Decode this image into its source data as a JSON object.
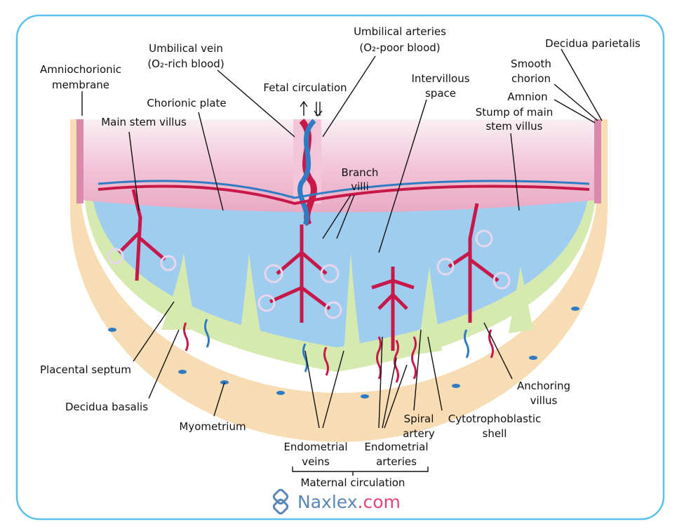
{
  "labels": {
    "amniochorionic": [
      "Amniochorionic",
      "membrane"
    ],
    "umbilical_vein": [
      "Umbilical vein",
      "(O₂-rich blood)"
    ],
    "umbilical_arteries": [
      "Umbilical arteries",
      "(O₂-poor blood)"
    ],
    "fetal_circulation": "Fetal circulation",
    "decidua_parietalis": "Decidua parietalis",
    "smooth_chorion": [
      "Smooth",
      "chorion"
    ],
    "amnion": "Amnion",
    "stump": [
      "Stump of main",
      "stem villus"
    ],
    "chorionic_plate": "Chorionic plate",
    "main_stem_villus": "Main stem villus",
    "intervillous_space": [
      "Intervillous",
      "space"
    ],
    "branch_villi": [
      "Branch",
      "villi"
    ],
    "placental_septum": "Placental septum",
    "decidua_basalis": "Decidua basalis",
    "myometrium": "Myometrium",
    "endometrial_veins": [
      "Endometrial",
      "veins"
    ],
    "endometrial_arteries": [
      "Endometrial",
      "arteries"
    ],
    "spiral_artery": [
      "Spiral",
      "artery"
    ],
    "cytotrophoblastic_shell": [
      "Cytotrophoblastic",
      "shell"
    ],
    "anchoring_villus": [
      "Anchoring",
      "villus"
    ],
    "maternal_circulation": "Maternal circulation"
  },
  "logo": {
    "name": "Naxlex",
    "suffix": ".com"
  },
  "colors": {
    "frame": "#5bc0eb",
    "myometrium": "#f7dcb4",
    "decidua": "#d6eab0",
    "intervillous": "#9fcdf0",
    "chorionic_plate": "#f1bfd3",
    "artery": "#c8184a",
    "vein": "#2e7cc4"
  }
}
